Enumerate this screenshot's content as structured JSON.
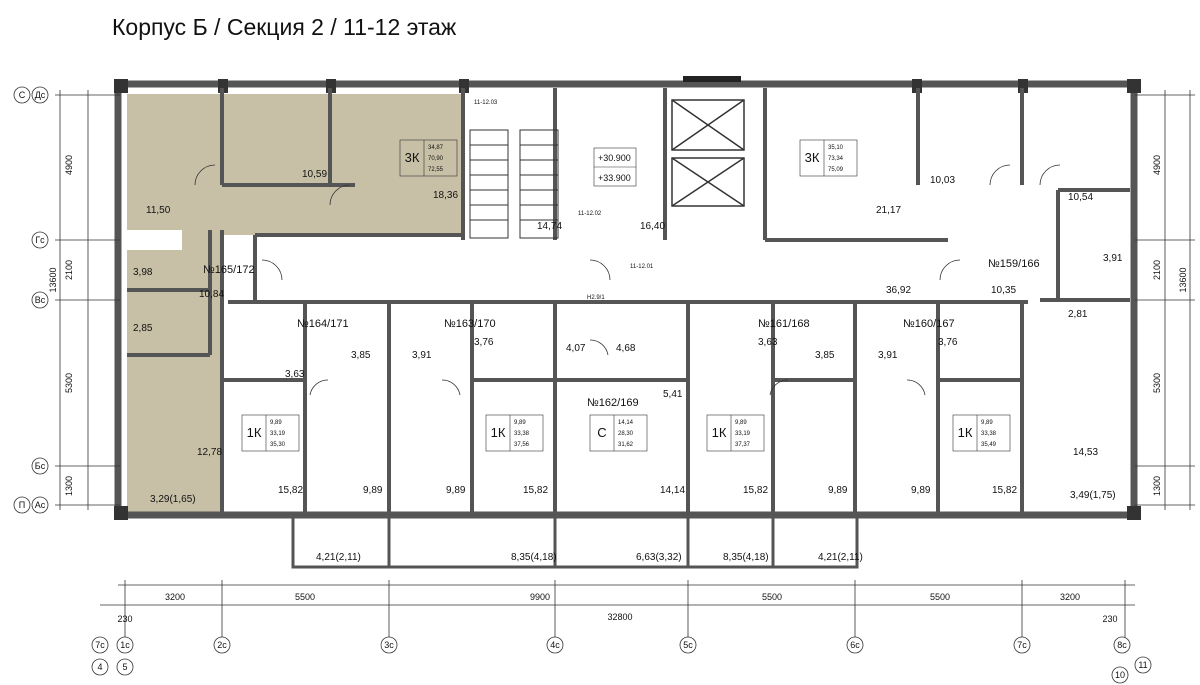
{
  "title": "Корпус Б / Секция 2 / 11-12 этаж",
  "colors": {
    "highlight": "#c7c0a6",
    "wall": "#555555",
    "line": "#333333"
  },
  "apartments": [
    {
      "label": "№165/172"
    },
    {
      "label": "№164/171"
    },
    {
      "label": "№163/170"
    },
    {
      "label": "№162/169"
    },
    {
      "label": "№161/168"
    },
    {
      "label": "№160/167"
    },
    {
      "label": "№159/166"
    }
  ],
  "unit_cards": [
    {
      "type": "3К",
      "values": [
        "34,87",
        "70,90",
        "72,55"
      ]
    },
    {
      "type": "3К",
      "values": [
        "35,10",
        "73,34",
        "75,09"
      ]
    },
    {
      "type": "1К",
      "values": [
        "9,89",
        "33,19",
        "35,30"
      ]
    },
    {
      "type": "1К",
      "values": [
        "9,89",
        "33,38",
        "37,56"
      ]
    },
    {
      "type": "С",
      "values": [
        "14,14",
        "28,30",
        "31,62"
      ]
    },
    {
      "type": "1К",
      "values": [
        "9,89",
        "33,19",
        "37,37"
      ]
    },
    {
      "type": "1К",
      "values": [
        "9,89",
        "33,38",
        "35,49"
      ]
    }
  ],
  "levels": [
    "+30.900",
    "+33.900"
  ],
  "room_areas": [
    "11,50",
    "10,59",
    "18,36",
    "3,98",
    "10,84",
    "2,85",
    "12,78",
    "3,29(1,65)",
    "14,74",
    "16,40",
    "10,03",
    "21,17",
    "10,54",
    "3,91",
    "36,92",
    "10,35",
    "2,81",
    "14,53",
    "3,49(1,75)",
    "3,63",
    "3,85",
    "3,91",
    "3,76",
    "4,07",
    "4,68",
    "5,41",
    "3,63",
    "3,85",
    "3,91",
    "3,76",
    "15,82",
    "9,89",
    "9,89",
    "15,82",
    "14,14",
    "15,82",
    "9,89",
    "9,89",
    "15,82",
    "4,21(2,11)",
    "8,35(4,18)",
    "6,63(3,32)",
    "8,35(4,18)",
    "4,21(2,11)"
  ],
  "stair_tags": [
    "11-12.03",
    "11-12.02",
    "11-12.01",
    "Н2.9/1"
  ],
  "dims_left": [
    "4900",
    "2100",
    "13600",
    "5300",
    "1300"
  ],
  "dims_right": [
    "4900",
    "2100",
    "13600",
    "5300",
    "1300"
  ],
  "dims_bottom": [
    "3200",
    "5500",
    "9900",
    "5500",
    "5500",
    "3200"
  ],
  "dims_total": [
    "230",
    "32800",
    "230"
  ],
  "row_axes": [
    "С",
    "Дс",
    "Гс",
    "Вс",
    "Бс",
    "П",
    "Ас"
  ],
  "col_axes": [
    "7с",
    "1с",
    "2с",
    "3с",
    "4с",
    "5с",
    "6с",
    "7с",
    "8с"
  ],
  "section_marks": [
    "4",
    "5",
    "10",
    "11"
  ]
}
